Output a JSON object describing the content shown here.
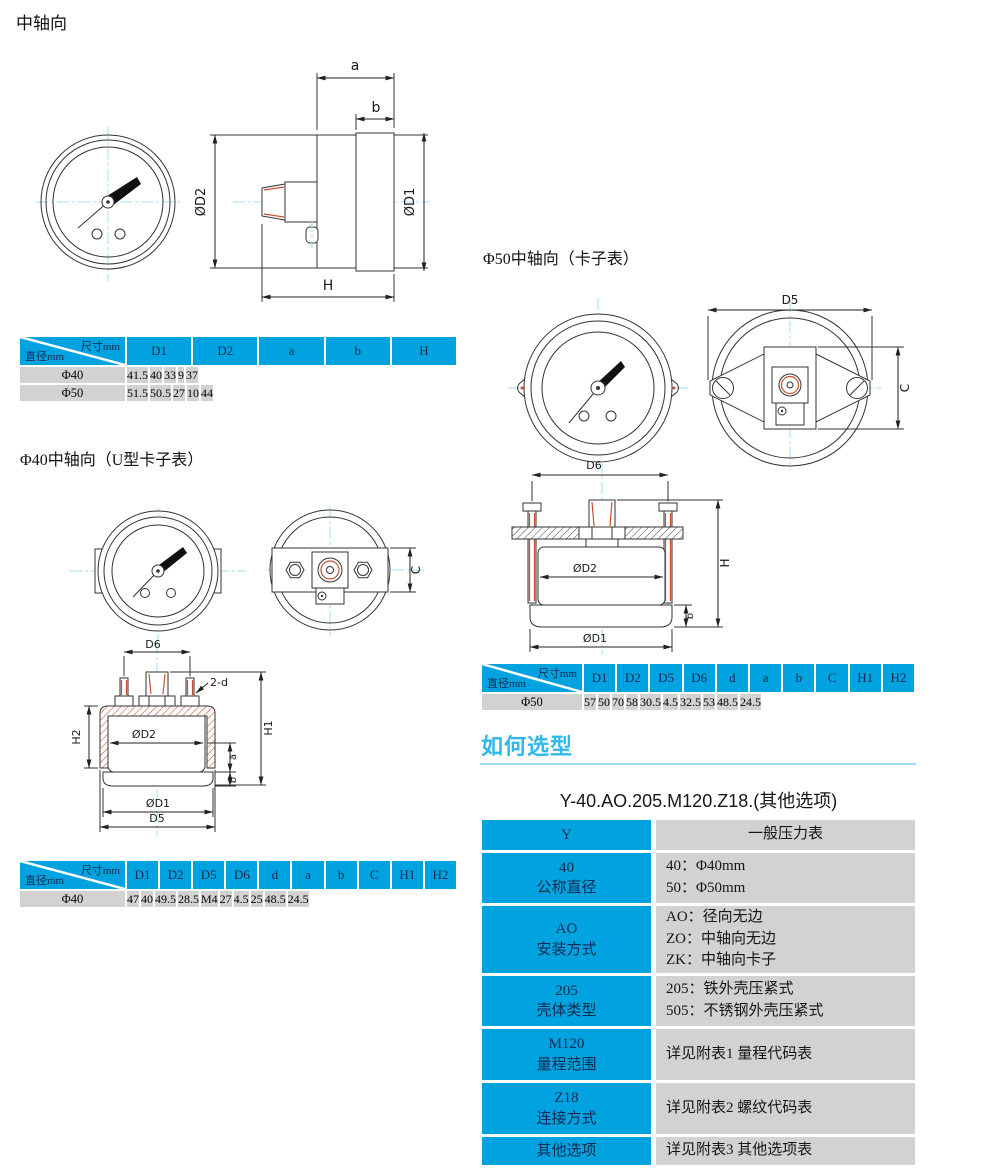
{
  "titles": {
    "page_title": "中轴向",
    "phi50_section": "Φ50中轴向（卡子表）",
    "phi40_section": "Φ40中轴向（U型卡子表）",
    "howto": "如何选型",
    "model_code": "Y-40.AO.205.M120.Z18.(其他选项)"
  },
  "colors": {
    "table_header_blue": "#00a2df",
    "table_row_gray": "#d2d2d2",
    "heading_cyan": "#2eb8ec",
    "drawing_accent_red": "#c8502e",
    "centerline_cyan": "#a6dcec"
  },
  "drawing_labels": {
    "axial": {
      "a": "a",
      "b": "b",
      "d2": "ØD2",
      "d1": "ØD1",
      "h": "H"
    },
    "phi50_views": {
      "d5": "D5",
      "c": "C"
    },
    "phi50_section": {
      "d6": "D6",
      "d2": "ØD2",
      "h": "H",
      "b": "b",
      "d1": "ØD1"
    },
    "phi40_views": {
      "c": "C"
    },
    "phi40_section": {
      "d6": "D6",
      "two_d": "2-d",
      "h2": "H2",
      "d2": "ØD2",
      "a": "a",
      "b": "b",
      "h1": "H1",
      "d1": "ØD1",
      "d5": "D5"
    }
  },
  "table_axial": {
    "corner_top": "尺寸mm",
    "corner_bottom": "直径mm",
    "columns": [
      "D1",
      "D2",
      "a",
      "b",
      "H"
    ],
    "rows": [
      {
        "label": "Φ40",
        "values": [
          "41.5",
          "40",
          "33",
          "9",
          "37"
        ]
      },
      {
        "label": "Φ50",
        "values": [
          "51.5",
          "50.5",
          "27",
          "10",
          "44"
        ]
      }
    ]
  },
  "table_phi50": {
    "corner_top": "尺寸mm",
    "corner_bottom": "直径mm",
    "columns": [
      "D1",
      "D2",
      "D5",
      "D6",
      "d",
      "a",
      "b",
      "C",
      "H1",
      "H2"
    ],
    "rows": [
      {
        "label": "Φ50",
        "values": [
          "57",
          "50",
          "70",
          "58",
          "30.5",
          "4.5",
          "32.5",
          "53",
          "48.5",
          "24.5"
        ]
      }
    ]
  },
  "table_phi40": {
    "corner_top": "尺寸mm",
    "corner_bottom": "直径mm",
    "columns": [
      "D1",
      "D2",
      "D5",
      "D6",
      "d",
      "a",
      "b",
      "C",
      "H1",
      "H2"
    ],
    "rows": [
      {
        "label": "Φ40",
        "values": [
          "47",
          "40",
          "49.5",
          "28.5",
          "M4",
          "27",
          "4.5",
          "25",
          "48.5",
          "24.5"
        ]
      }
    ]
  },
  "selection_table": {
    "rows": [
      {
        "code": [
          "Y"
        ],
        "desc": [
          "一般压力表"
        ]
      },
      {
        "code": [
          "40",
          "公称直径"
        ],
        "desc": [
          "40：Φ40mm",
          "50：Φ50mm"
        ]
      },
      {
        "code": [
          "AO",
          "安装方式"
        ],
        "desc": [
          "AO：径向无边",
          "ZO：中轴向无边",
          "ZK：中轴向卡子"
        ]
      },
      {
        "code": [
          "205",
          "壳体类型"
        ],
        "desc": [
          "205：铁外壳压紧式",
          "505：不锈钢外壳压紧式"
        ]
      },
      {
        "code": [
          "M120",
          "量程范围"
        ],
        "desc": [
          "详见附表1 量程代码表"
        ]
      },
      {
        "code": [
          "Z18",
          "连接方式"
        ],
        "desc": [
          "详见附表2 螺纹代码表"
        ]
      },
      {
        "code": [
          "其他选项"
        ],
        "desc": [
          "详见附表3 其他选项表"
        ]
      }
    ]
  }
}
